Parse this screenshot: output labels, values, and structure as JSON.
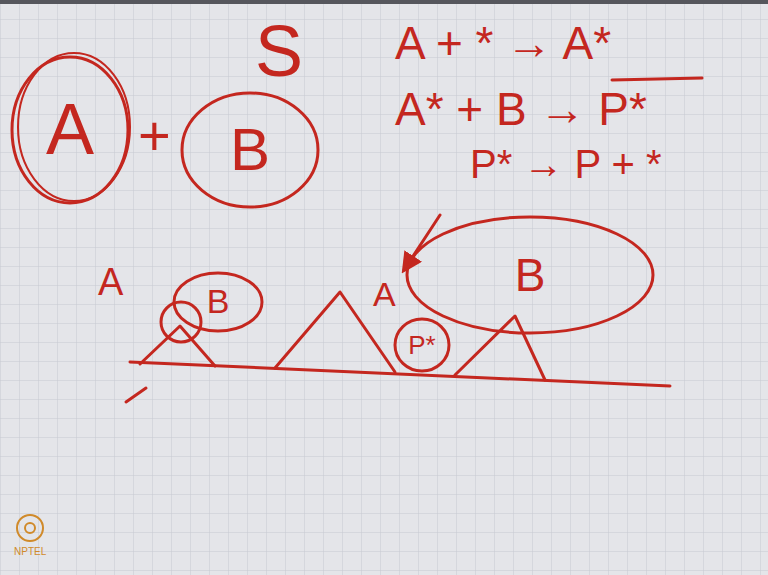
{
  "diagram": {
    "nodes": [
      {
        "text": [
          "A"
        ]
      },
      {
        "text": [
          "B"
        ]
      },
      {
        "text": [
          "B"
        ]
      },
      {
        "text": [
          "P*"
        ]
      },
      {
        "text": [
          "B"
        ]
      }
    ],
    "labels": [
      "S",
      "+",
      "A + * → A*",
      "A* + B → P*",
      "P* → P + *",
      "A",
      "A",
      "NPTEL"
    ]
  }
}
